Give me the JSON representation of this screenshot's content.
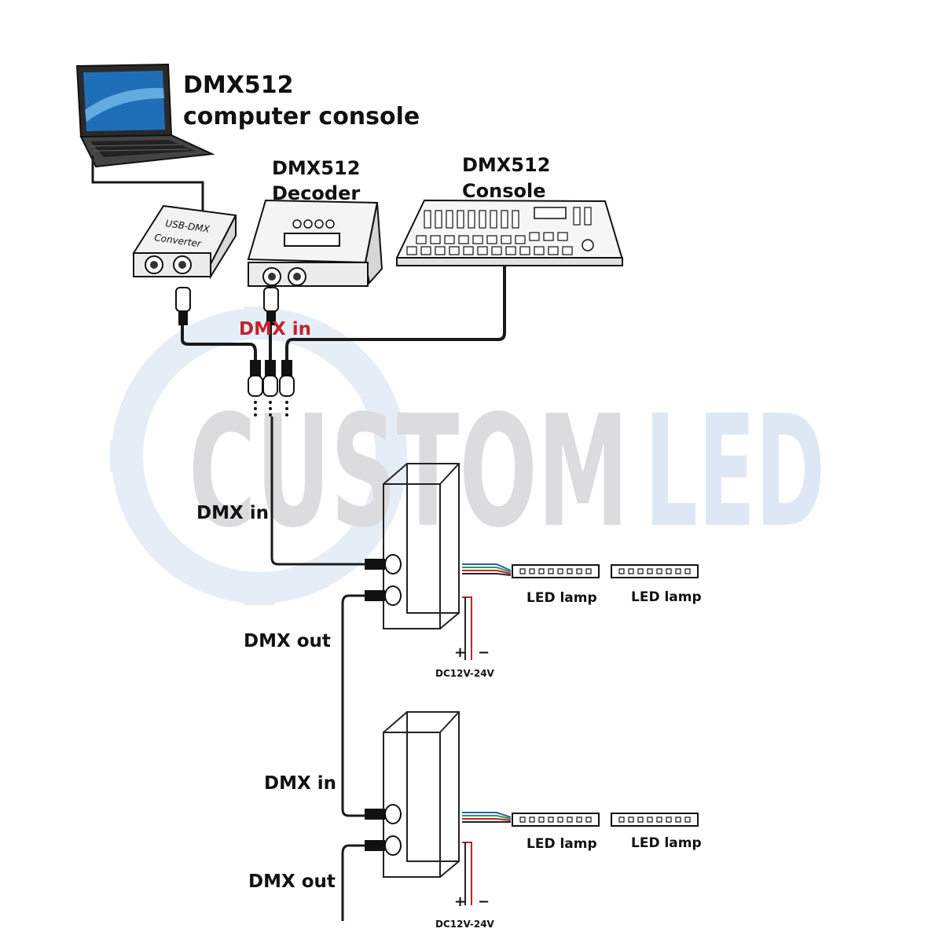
{
  "watermark": {
    "text_a": "CUSTOM",
    "text_b": "LED",
    "color_a": "#d9d9dc",
    "color_b": "#dbe6f4",
    "gear_color": "#e3ecf7"
  },
  "labels": {
    "computer_console_line1": "DMX512",
    "computer_console_line2": "computer console",
    "decoder_line1": "DMX512",
    "decoder_line2": "Decoder",
    "console_line1": "DMX512",
    "console_line2": "Console",
    "dmx_in_top": "DMX in",
    "dmx_in_1": "DMX in",
    "dmx_out_1": "DMX out",
    "dmx_in_2": "DMX in",
    "dmx_out_2": "DMX out",
    "led_lamp_1a": "LED lamp",
    "led_lamp_1b": "LED lamp",
    "led_lamp_2a": "LED lamp",
    "led_lamp_2b": "LED lamp",
    "power_1": "DC12V-24V",
    "power_2": "DC12V-24V",
    "plus_1": "+",
    "minus_1": "−",
    "plus_2": "+",
    "minus_2": "−"
  },
  "devices": {
    "converter_line1": "USB-DMX",
    "converter_line2": "Converter"
  },
  "colors": {
    "dmx_in_top": "#c0232b",
    "text": "#111111",
    "cable": "#1a1a1a",
    "wire_red": "#c0232b",
    "wire_green": "#2f9a4a",
    "wire_blue": "#2a5db0"
  }
}
